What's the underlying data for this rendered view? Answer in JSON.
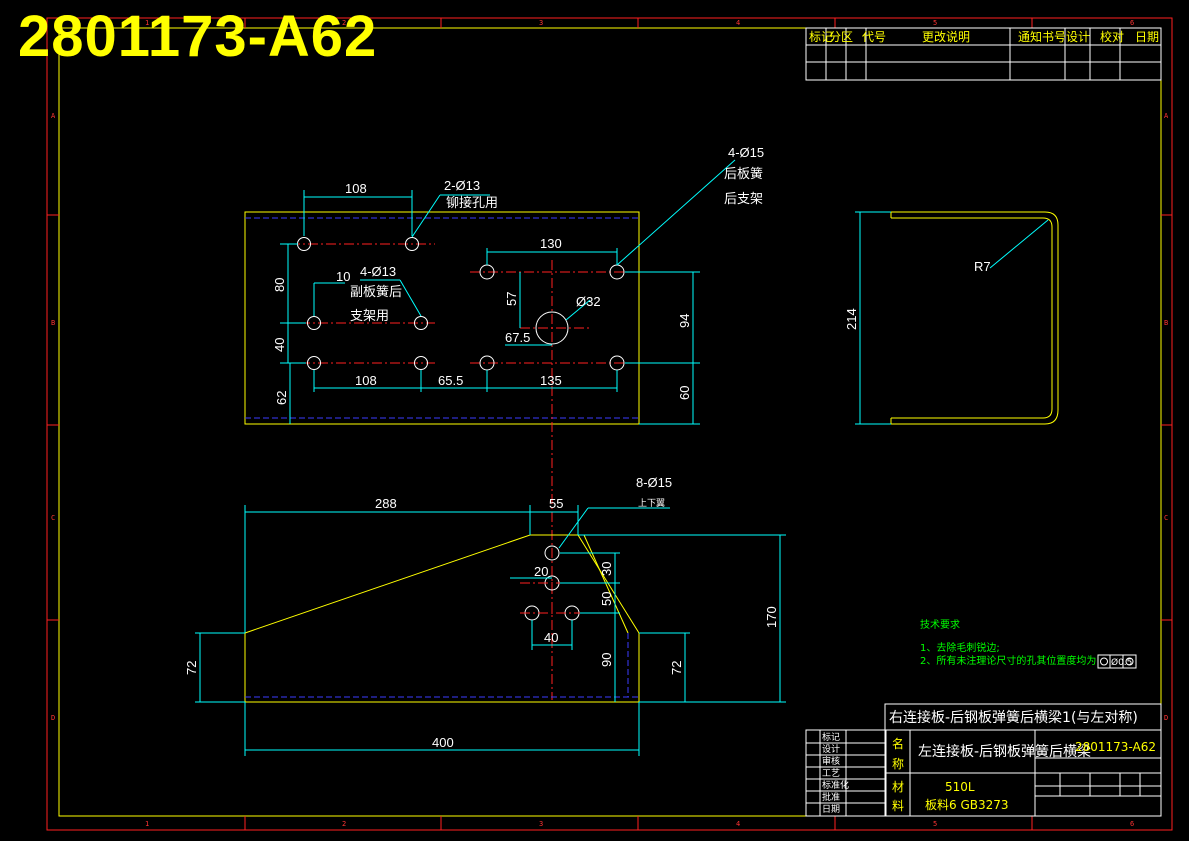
{
  "drawing_number": "2801173-A62",
  "revision_table": {
    "headers": [
      "标记",
      "分区",
      "代号",
      "更改说明",
      "通知书号",
      "设计",
      "校对",
      "日期"
    ]
  },
  "top_view": {
    "dims": [
      "108",
      "80",
      "10",
      "40",
      "62",
      "108",
      "65.5",
      "130",
      "57",
      "67.5",
      "135",
      "94",
      "60"
    ],
    "hole_2_13": "2-Ø13",
    "hole_2_13_note": "铆接孔用",
    "hole_4_13": "4-Ø13",
    "hole_4_13_note1": "副板簧后",
    "hole_4_13_note2": "支架用",
    "hole_4_15": "4-Ø15",
    "hole_4_15_note1": "后板簧",
    "hole_4_15_note2": "后支架",
    "center_hole": "Ø32"
  },
  "side_view": {
    "radius": "R7",
    "height": "214"
  },
  "front_view": {
    "dims": [
      "288",
      "55",
      "20",
      "30",
      "50",
      "40",
      "170",
      "90",
      "72",
      "72",
      "400"
    ],
    "hole_8_15": "8-Ø15",
    "hole_8_15_note": "上下翼"
  },
  "tech_req": {
    "title": "技术要求",
    "item1": "1、去除毛刺锐边;",
    "item2": "2、所有未注理论尺寸的孔其位置度均为",
    "tolerance": "Ø0.5"
  },
  "title_block": {
    "name_right": "右连接板-后钢板弹簧后横梁1(与左对称)",
    "name_left": "左连接板-后钢板弹簧后横梁",
    "number": "2801173-A62",
    "material_label_1": "材",
    "material_label_2": "料",
    "name_label_1": "名",
    "name_label_2": "称",
    "material_grade": "510L",
    "material_spec": "板料6    GB3273",
    "row_labels": [
      "标记",
      "设计",
      "审核",
      "工艺",
      "标准化",
      "批准",
      "日期"
    ]
  },
  "border": {
    "cols": [
      "1",
      "2",
      "3",
      "4",
      "5",
      "6"
    ],
    "rows": [
      "A",
      "B",
      "C",
      "D"
    ]
  }
}
